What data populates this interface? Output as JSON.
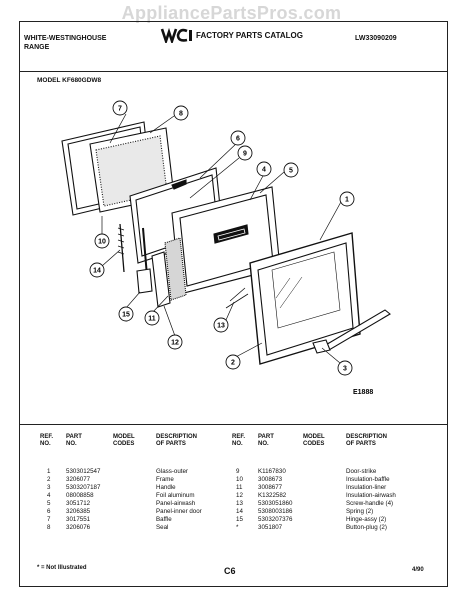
{
  "watermark": "AppliancePartsPros.com",
  "header": {
    "brand_line1": "WHITE-WESTINGHOUSE",
    "brand_line2": "RANGE",
    "catalog_title": "FACTORY PARTS CATALOG",
    "catalog_code": "LW33090209",
    "model_label": "MODEL KF680GDW8"
  },
  "diagram": {
    "figure_code": "E1888",
    "callouts": [
      "1",
      "2",
      "3",
      "4",
      "5",
      "6",
      "7",
      "8",
      "9",
      "10",
      "11",
      "12",
      "13",
      "14",
      "15"
    ]
  },
  "table": {
    "col_ref": [
      "REF.",
      "NO."
    ],
    "col_part": [
      "PART",
      "NO."
    ],
    "col_model": [
      "MODEL",
      "CODES"
    ],
    "col_desc": [
      "DESCRIPTION",
      "OF PARTS"
    ],
    "rows": [
      {
        "ref": "1",
        "part": "5303012547",
        "model": "",
        "desc": "Glass-outer"
      },
      {
        "ref": "2",
        "part": "3206077",
        "model": "",
        "desc": "Frame"
      },
      {
        "ref": "3",
        "part": "5303207187",
        "model": "",
        "desc": "Handle"
      },
      {
        "ref": "4",
        "part": "08008858",
        "model": "",
        "desc": "Foil aluminum"
      },
      {
        "ref": "5",
        "part": "3051712",
        "model": "",
        "desc": "Panel-airwash"
      },
      {
        "ref": "6",
        "part": "3206385",
        "model": "",
        "desc": "Panel-inner door"
      },
      {
        "ref": "7",
        "part": "3017551",
        "model": "",
        "desc": "Baffle"
      },
      {
        "ref": "8",
        "part": "3206076",
        "model": "",
        "desc": "Seal"
      },
      {
        "ref": "9",
        "part": "K1167830",
        "model": "",
        "desc": "Door-strike"
      },
      {
        "ref": "10",
        "part": "3008673",
        "model": "",
        "desc": "Insulation-baffle"
      },
      {
        "ref": "11",
        "part": "3008677",
        "model": "",
        "desc": "Insulation-liner"
      },
      {
        "ref": "12",
        "part": "K1322582",
        "model": "",
        "desc": "Insulation-airwash"
      },
      {
        "ref": "13",
        "part": "5303051860",
        "model": "",
        "desc": "Screw-handle (4)"
      },
      {
        "ref": "14",
        "part": "5308003186",
        "model": "",
        "desc": "Spring (2)"
      },
      {
        "ref": "15",
        "part": "5303207376",
        "model": "",
        "desc": "Hinge-assy (2)"
      },
      {
        "ref": "*",
        "part": "3051807",
        "model": "",
        "desc": "Button-plug (2)"
      }
    ]
  },
  "footer": {
    "note": "* = Not Illustrated",
    "page": "C6",
    "date": "4/90"
  }
}
